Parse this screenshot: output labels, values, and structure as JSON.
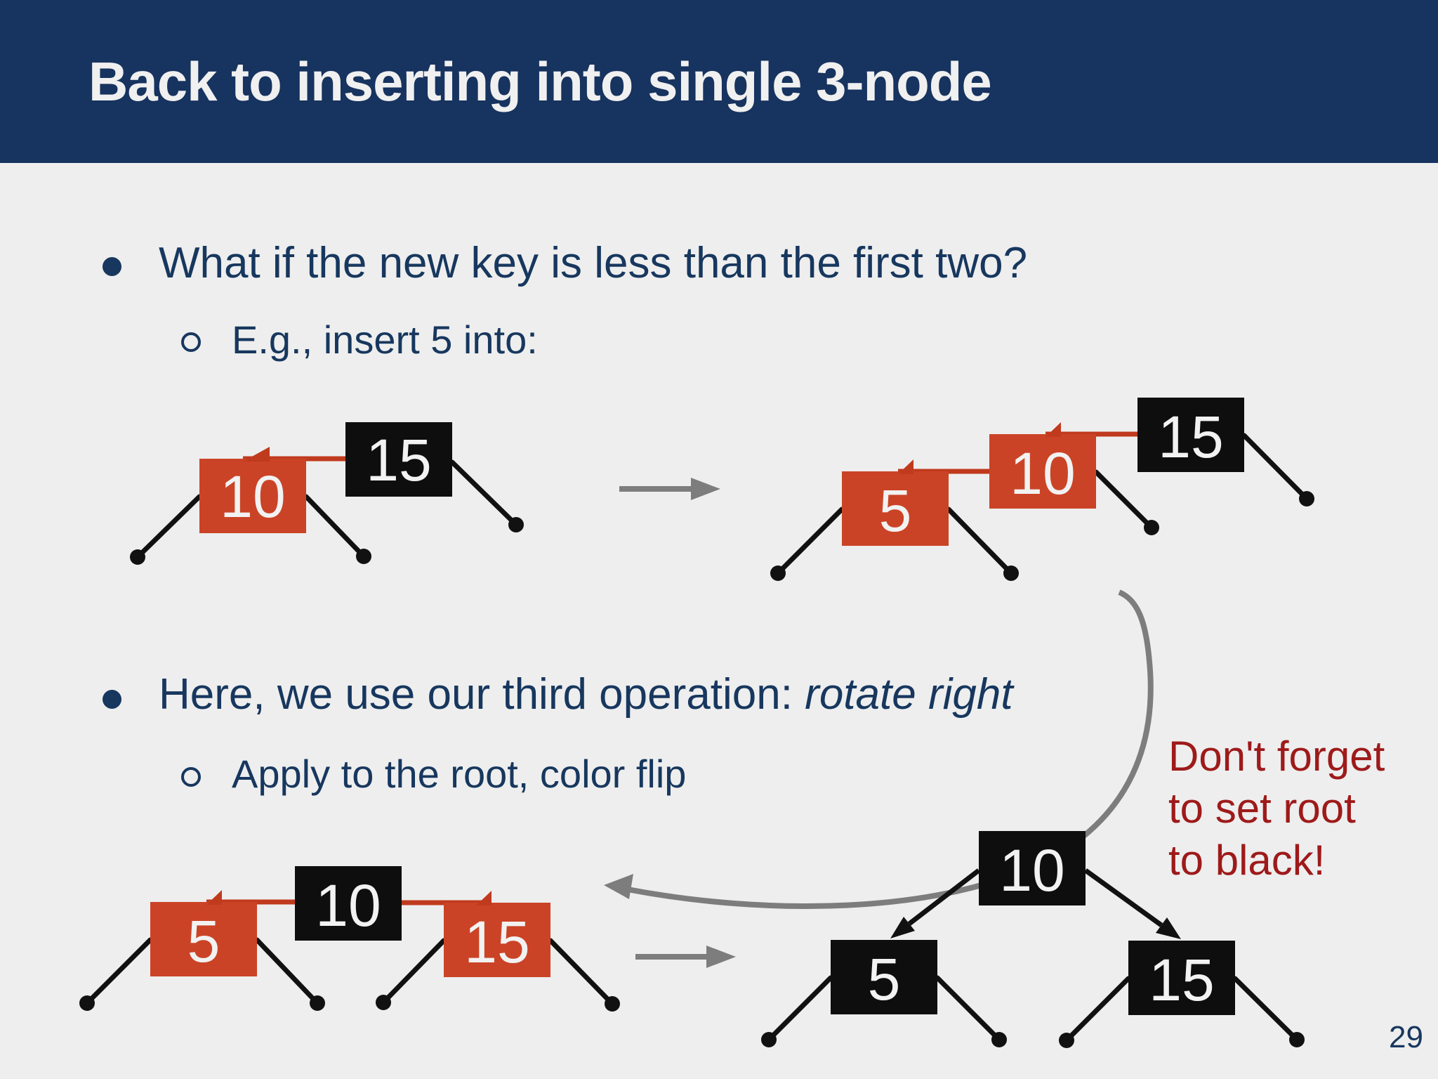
{
  "slide": {
    "title": "Back to inserting into single 3-node",
    "page_number": "29"
  },
  "bullets": {
    "bullet1": "What if the new key is less than the first two?",
    "bullet1_sub": "E.g., insert 5 into:",
    "bullet2_prefix": "Here, we use our third operation: ",
    "bullet2_emphasis": "rotate right",
    "bullet2_sub": "Apply to the root, color flip"
  },
  "note": {
    "line1": "Don't forget",
    "line2": "to set root",
    "line3": "to black!"
  },
  "colors": {
    "header_bg": "#17335F",
    "body_bg": "#EEEEEE",
    "text_navy": "#17375E",
    "node_red": "#CB4326",
    "red_link": "#C03A1D",
    "node_black": "#0E0E0E",
    "note_red": "#9E1A1A",
    "arrow_gray": "#7D7D7D"
  },
  "trees": {
    "tree1": {
      "node_10": {
        "label": "10",
        "color": "red"
      },
      "node_15": {
        "label": "15",
        "color": "black"
      }
    },
    "tree2": {
      "node_5": {
        "label": "5",
        "color": "red"
      },
      "node_10": {
        "label": "10",
        "color": "red"
      },
      "node_15": {
        "label": "15",
        "color": "black"
      }
    },
    "tree3": {
      "node_5": {
        "label": "5",
        "color": "red"
      },
      "node_10": {
        "label": "10",
        "color": "black"
      },
      "node_15": {
        "label": "15",
        "color": "red"
      }
    },
    "tree4": {
      "node_10": {
        "label": "10",
        "color": "black"
      },
      "node_5": {
        "label": "5",
        "color": "black"
      },
      "node_15": {
        "label": "15",
        "color": "black"
      }
    }
  }
}
